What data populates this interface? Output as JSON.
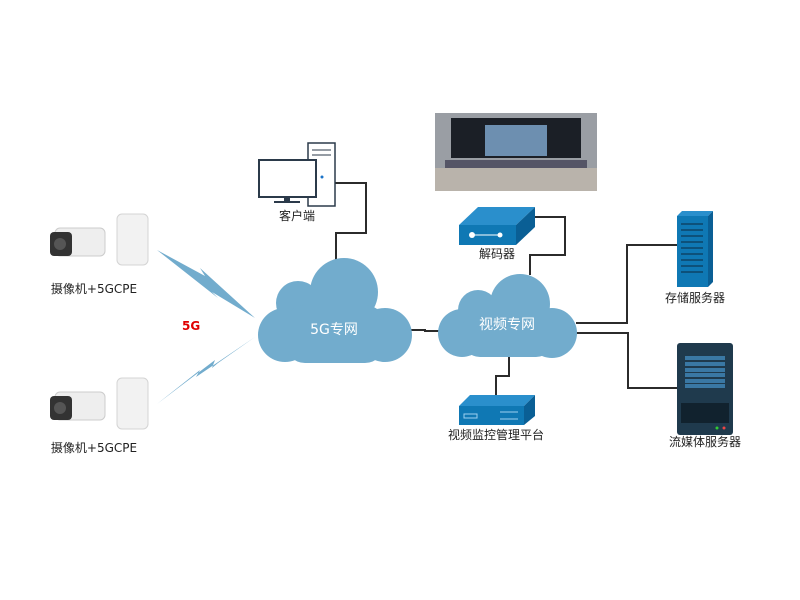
{
  "nodes": {
    "camera_top": {
      "label": "摄像机+5GCPE"
    },
    "camera_bottom": {
      "label": "摄像机+5GCPE"
    },
    "client": {
      "label": "客户端"
    },
    "cloud_5g": {
      "label": "5G专网"
    },
    "cloud_video": {
      "label": "视频专网"
    },
    "decoder": {
      "label": "解码器"
    },
    "storage_server": {
      "label": "存储服务器"
    },
    "streaming_server": {
      "label": "流媒体服务器"
    },
    "platform": {
      "label": "视频监控管理平台"
    }
  },
  "wireless_label": "5G",
  "colors": {
    "cloud": "#72accd",
    "device_blue": "#0f78b4",
    "server_dark": "#1f3a4d",
    "line": "#2b2b2b",
    "wireless": "#72accd",
    "wireless_label": "#e00000"
  }
}
